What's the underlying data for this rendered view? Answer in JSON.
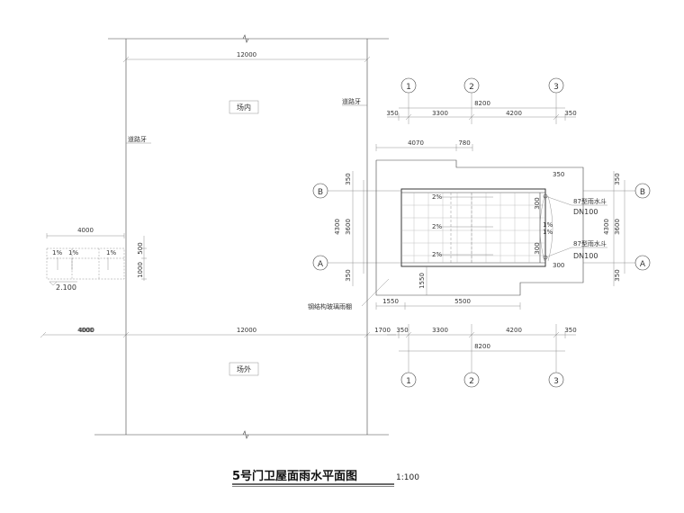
{
  "site": {
    "width_top": "12000",
    "width_bottom": "12000",
    "inside_label": "场内",
    "outside_label": "场外",
    "road_curb_right": "道路牙",
    "road_curb_left": "道路牙",
    "left_offset": "4000",
    "left_offset_bottom": "4000",
    "right_gap": "1700"
  },
  "section": {
    "width": "4000",
    "slopes": [
      "1%",
      "1%",
      "1%"
    ],
    "dims": [
      "500",
      "1000"
    ],
    "elevation": "2.100"
  },
  "plan": {
    "axes_top": [
      "1",
      "2",
      "3"
    ],
    "axes_bottom": [
      "1",
      "2",
      "3"
    ],
    "axes_left": [
      "B",
      "A"
    ],
    "axes_right": [
      "B",
      "A"
    ],
    "top_total": "8200",
    "top_dims": [
      "350",
      "3300",
      "4200",
      "350"
    ],
    "upper_dims": [
      "4070",
      "780"
    ],
    "right_small": "350",
    "left_dims": [
      "350",
      "4300",
      "3600",
      "350"
    ],
    "right_dims": [
      "350",
      "4300",
      "3600",
      "350"
    ],
    "roof_slopes": [
      "2%",
      "2%",
      "2%"
    ],
    "gutter_slopes": [
      "1%",
      "1%"
    ],
    "inner_dims": [
      "300",
      "300",
      "300"
    ],
    "vertical_dim": "1550",
    "bottom_dims_a": [
      "1550",
      "5500"
    ],
    "bottom_dims_b": [
      "350",
      "3300",
      "4200",
      "350"
    ],
    "bottom_total": "8200",
    "drain_1": {
      "code": "87型雨水斗",
      "size": "DN100"
    },
    "drain_2": {
      "code": "87型雨水斗",
      "size": "DN100"
    },
    "canopy_label": "钢结构玻璃雨棚"
  },
  "title": {
    "text": "5号门卫屋面雨水平面图",
    "scale": "1:100"
  }
}
